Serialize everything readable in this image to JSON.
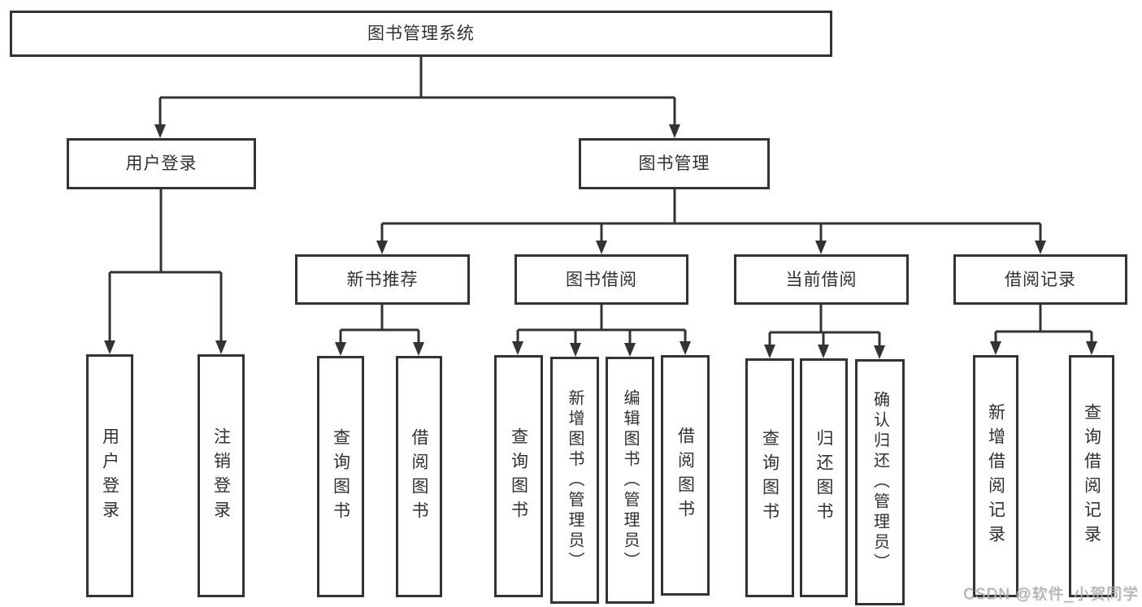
{
  "colors": {
    "line": "#333333",
    "box_border": "#333333",
    "text": "#303030",
    "watermark": "#b0b0b0"
  },
  "watermark": "CSDN @软件_小贺同学",
  "tree": {
    "label": "图书管理系统",
    "children": [
      {
        "label": "用户登录",
        "children": [
          {
            "label": "用户登录"
          },
          {
            "label": "注销登录"
          }
        ]
      },
      {
        "label": "图书管理",
        "children": [
          {
            "label": "新书推荐",
            "children": [
              {
                "label": "查询图书"
              },
              {
                "label": "借阅图书"
              }
            ]
          },
          {
            "label": "图书借阅",
            "children": [
              {
                "label": "查询图书"
              },
              {
                "label": "新增图书（管理员）"
              },
              {
                "label": "编辑图书（管理员）"
              },
              {
                "label": "借阅图书"
              }
            ]
          },
          {
            "label": "当前借阅",
            "children": [
              {
                "label": "查询图书"
              },
              {
                "label": "归还图书"
              },
              {
                "label": "确认归还（管理员）"
              }
            ]
          },
          {
            "label": "借阅记录",
            "children": [
              {
                "label": "新增借阅记录"
              },
              {
                "label": "查询借阅记录"
              }
            ]
          }
        ]
      }
    ]
  }
}
